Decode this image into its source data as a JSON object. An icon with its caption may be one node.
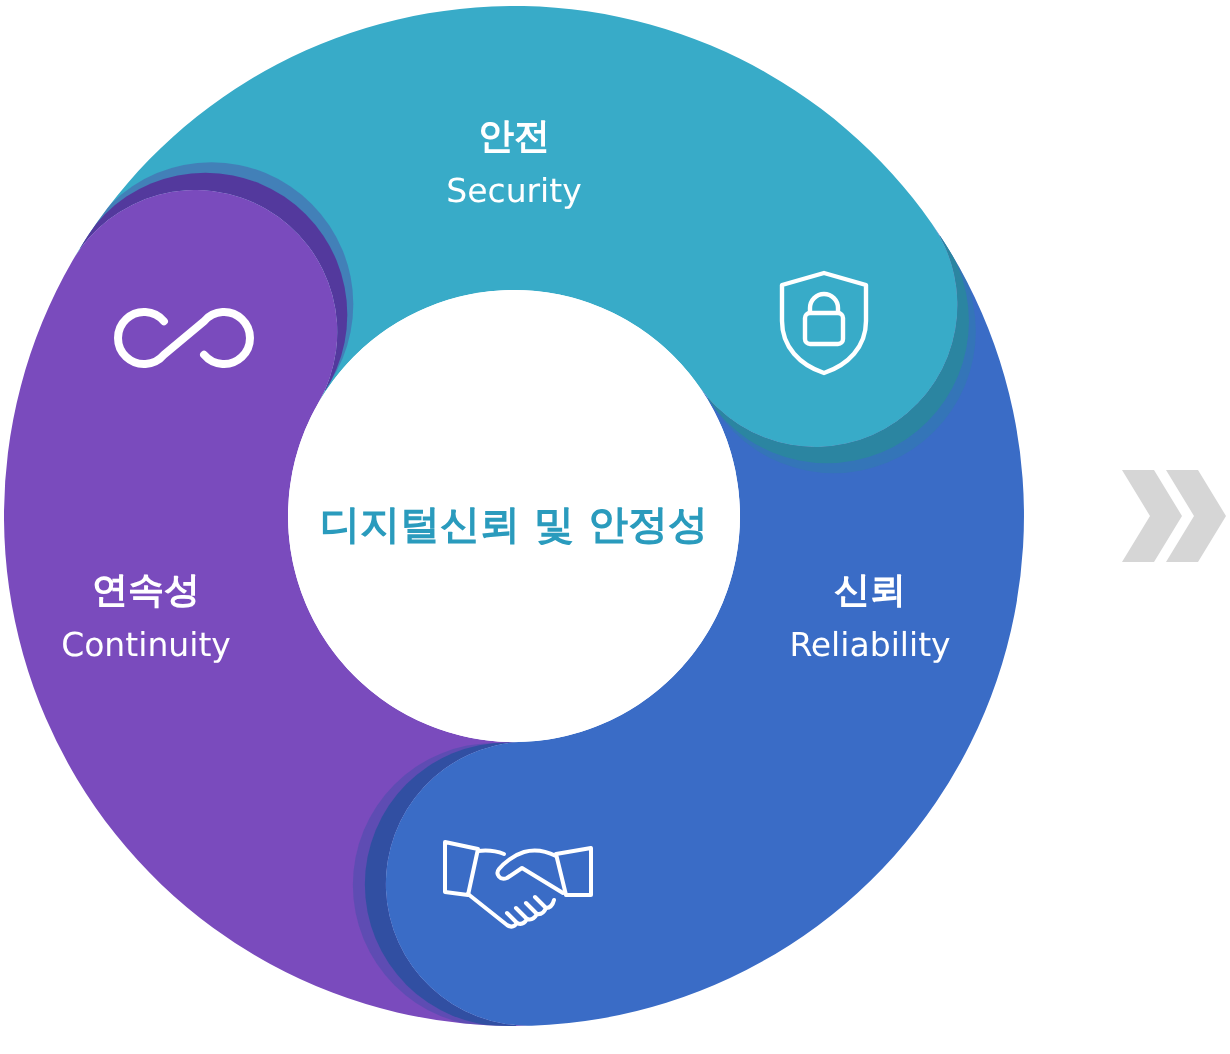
{
  "diagram": {
    "nodes": [
      {
        "text": [
          "안전",
          "Security"
        ]
      },
      {
        "text": [
          "디지털신뢰 및 안정성"
        ]
      },
      {
        "text": [
          "연속성",
          "Continuity"
        ]
      },
      {
        "text": [
          "신뢰",
          "Reliability"
        ]
      }
    ]
  }
}
